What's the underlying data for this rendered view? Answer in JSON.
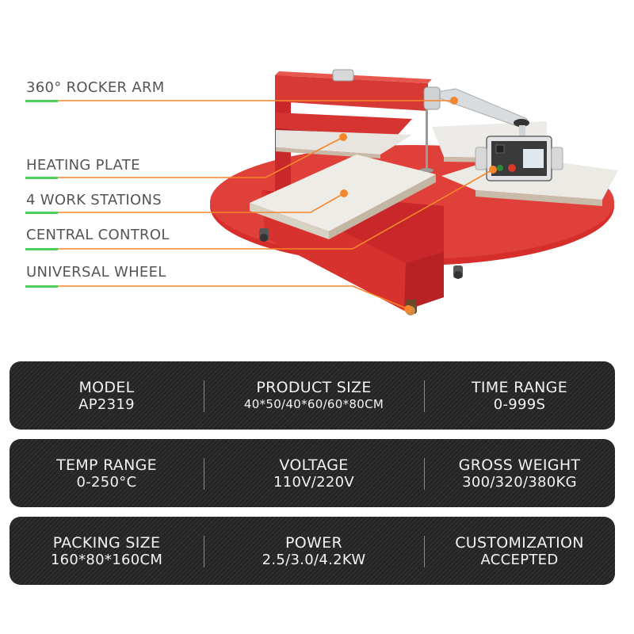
{
  "callouts": [
    {
      "label": "360° ROCKER ARM"
    },
    {
      "label": "HEATING PLATE"
    },
    {
      "label": "4 WORK STATIONS"
    },
    {
      "label": "CENTRAL CONTROL"
    },
    {
      "label": "UNIVERSAL WHEEL"
    }
  ],
  "colors": {
    "accent_green": "#4fcf5a",
    "leader_orange": "#f5862a",
    "machine_red": "#d9302c",
    "spec_bar_bg": "#2b2b2b",
    "spec_text": "#f2f2f2",
    "label_text": "#555555"
  },
  "specs": [
    [
      {
        "title": "MODEL",
        "value": "AP2319"
      },
      {
        "title": "PRODUCT SIZE",
        "value": "40*50/40*60/60*80CM"
      },
      {
        "title": "TIME RANGE",
        "value": "0-999S"
      }
    ],
    [
      {
        "title": "TEMP RANGE",
        "value": "0-250°C"
      },
      {
        "title": "VOLTAGE",
        "value": "110V/220V"
      },
      {
        "title": "GROSS WEIGHT",
        "value": "300/320/380KG"
      }
    ],
    [
      {
        "title": "PACKING SIZE",
        "value": "160*80*160CM"
      },
      {
        "title": "POWER",
        "value": "2.5/3.0/4.2KW"
      },
      {
        "title": "CUSTOMIZATION",
        "value": "ACCEPTED"
      }
    ]
  ]
}
